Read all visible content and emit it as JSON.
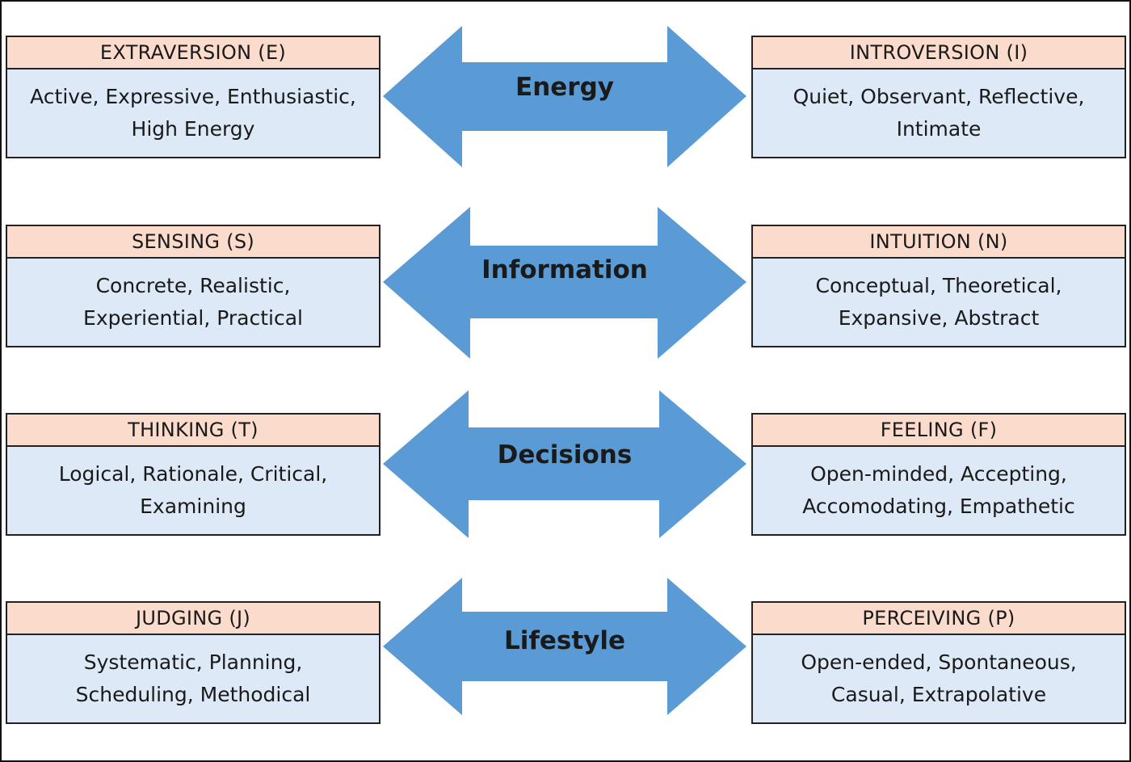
{
  "colors": {
    "header_fill": "#fadbcc",
    "body_fill": "#dde9f7",
    "arrow_fill": "#5b9bd5",
    "border": "#222222"
  },
  "dimensions": [
    {
      "arrow_label": "Energy",
      "left": {
        "title": "EXTRAVERSION (E)",
        "line1": "Active, Expressive, Enthusiastic,",
        "line2": "High Energy"
      },
      "right": {
        "title": "INTROVERSION (I)",
        "line1": "Quiet, Observant, Reflective,",
        "line2": "Intimate"
      }
    },
    {
      "arrow_label": "Information",
      "left": {
        "title": "SENSING (S)",
        "line1": "Concrete, Realistic,",
        "line2": "Experiential, Practical"
      },
      "right": {
        "title": "INTUITION (N)",
        "line1": "Conceptual, Theoretical,",
        "line2": "Expansive, Abstract"
      }
    },
    {
      "arrow_label": "Decisions",
      "left": {
        "title": "THINKING (T)",
        "line1": "Logical, Rationale, Critical,",
        "line2": "Examining"
      },
      "right": {
        "title": "FEELING (F)",
        "line1": "Open-minded, Accepting,",
        "line2": "Accomodating, Empathetic"
      }
    },
    {
      "arrow_label": "Lifestyle",
      "left": {
        "title": "JUDGING (J)",
        "line1": "Systematic, Planning,",
        "line2": "Scheduling, Methodical"
      },
      "right": {
        "title": "PERCEIVING (P)",
        "line1": "Open-ended, Spontaneous,",
        "line2": "Casual, Extrapolative"
      }
    }
  ]
}
